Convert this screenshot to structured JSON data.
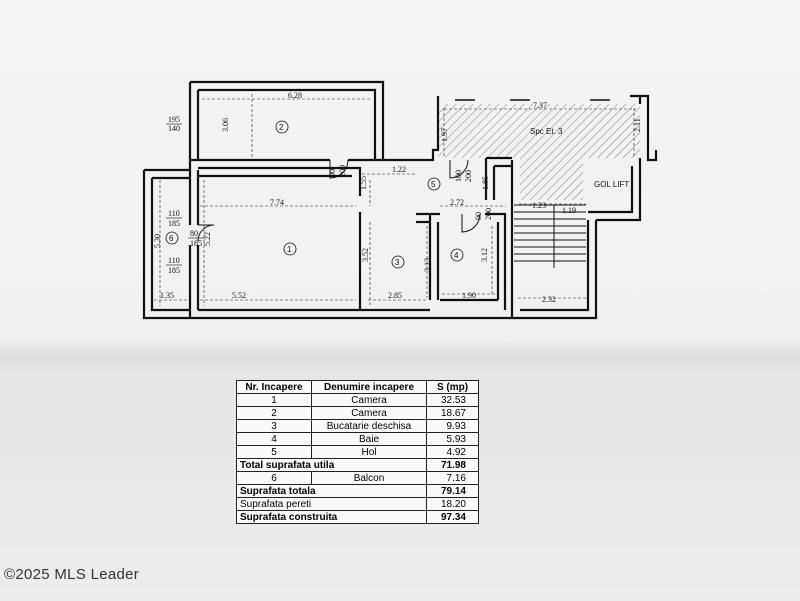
{
  "plan": {
    "rooms": [
      "1",
      "2",
      "3",
      "4",
      "5",
      "6"
    ],
    "stair_label": "Spc  Et. 3",
    "lift_label": "GOL  LIFT",
    "dimensions": [
      "6.28",
      "3.06",
      "7.74",
      "5.30",
      "5.22",
      "5.52",
      "1.35",
      "2.85",
      "3.52",
      "3.13",
      "1.55",
      "1.22",
      "2.72",
      "1.85",
      "3.12",
      "1.90",
      "2.32",
      "7.37",
      "1.97",
      "2.11",
      "1.23",
      "1.19"
    ],
    "door_marks": [
      {
        "top": "195",
        "bottom": "140"
      },
      {
        "top": "90",
        "bottom": "200"
      },
      {
        "top": "110",
        "bottom": "185"
      },
      {
        "top": "80",
        "bottom": "185"
      },
      {
        "top": "110",
        "bottom": "185"
      },
      {
        "top": "100",
        "bottom": "200"
      },
      {
        "top": "90",
        "bottom": "200"
      }
    ]
  },
  "table": {
    "headers": [
      "Nr. Incapere",
      "Denumire incapere",
      "S (mp)"
    ],
    "rooms": [
      {
        "nr": "1",
        "name": "Camera",
        "area": "32.53"
      },
      {
        "nr": "2",
        "name": "Camera",
        "area": "18.67"
      },
      {
        "nr": "3",
        "name": "Bucatarie deschisa",
        "area": "9.93"
      },
      {
        "nr": "4",
        "name": "Baie",
        "area": "5.93"
      },
      {
        "nr": "5",
        "name": "Hol",
        "area": "4.92"
      }
    ],
    "total_utila": {
      "label": "Total suprafata utila",
      "value": "71.98"
    },
    "balcon": {
      "nr": "6",
      "name": "Balcon",
      "area": "7.16"
    },
    "totala": {
      "label": "Suprafata totala",
      "value": "79.14"
    },
    "pereti": {
      "label": "Suprafata pereti",
      "value": "18.20"
    },
    "construita": {
      "label": "Suprafata construita",
      "value": "97.34"
    }
  },
  "watermark": "©2025 MLS Leader"
}
